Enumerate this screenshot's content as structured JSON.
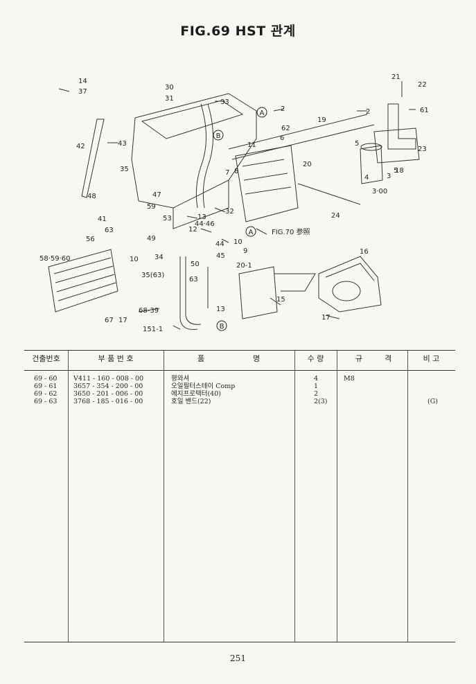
{
  "title": "FIG.69 HST 관계",
  "diagram": {
    "callouts": [
      "14",
      "37",
      "30",
      "31",
      "33",
      "2",
      "2",
      "21",
      "22",
      "61",
      "19",
      "62",
      "6",
      "11",
      "5",
      "18",
      "23",
      "42",
      "43",
      "8",
      "7",
      "20",
      "4",
      "3",
      "5",
      "3·00",
      "35",
      "24",
      "48",
      "41",
      "47",
      "59",
      "32",
      "53",
      "13",
      "12",
      "44·46",
      "63",
      "49",
      "FIG.70 参照",
      "56",
      "58·59·60",
      "10",
      "34",
      "44",
      "10",
      "45",
      "9",
      "16",
      "20-1",
      "35(63)",
      "50",
      "63",
      "15",
      "68-39",
      "13",
      "151-1",
      "67",
      "17",
      "17"
    ],
    "circle_labels": [
      "A",
      "B",
      "A",
      "B"
    ]
  },
  "table": {
    "headers": {
      "no": "건출번호",
      "part_number": "부 품 번 호",
      "name_left": "품",
      "name_right": "명",
      "qty": "수 량",
      "spec_left": "규",
      "spec_right": "격",
      "remarks": "비 고"
    },
    "rows": [
      {
        "no": "69 - 60",
        "part_number": "V411 - 160 - 008 - 00",
        "name": "평와셔",
        "qty": "4",
        "spec": "M8",
        "remarks": ""
      },
      {
        "no": "69 - 61",
        "part_number": "3657 - 354 - 200 - 00",
        "name": "오일필터스테이 Comp",
        "qty": "1",
        "spec": "",
        "remarks": ""
      },
      {
        "no": "69 - 62",
        "part_number": "3650 - 201 - 006 - 00",
        "name": "에지프로텍터(40)",
        "qty": "2",
        "spec": "",
        "remarks": ""
      },
      {
        "no": "69 - 63",
        "part_number": "3768 - 185 - 016 - 00",
        "name": "호일 밴드(22)",
        "qty": "2(3)",
        "spec": "",
        "remarks": "(G)"
      }
    ]
  },
  "page_number": "251"
}
